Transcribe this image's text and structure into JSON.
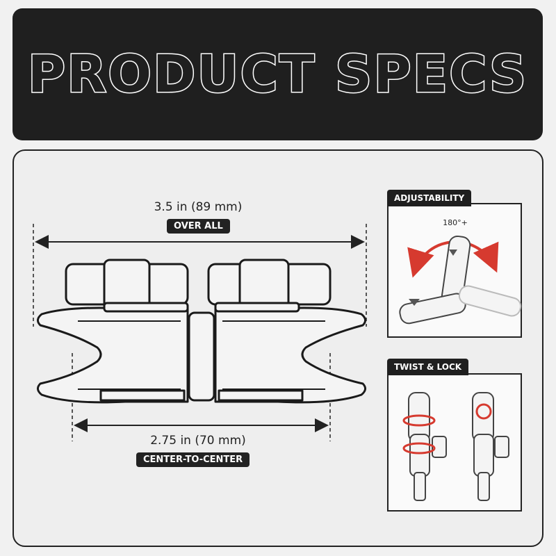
{
  "banner": {
    "title": "PRODUCT SPECS"
  },
  "dimensions": {
    "overall": {
      "value": "3.5 in (89 mm)",
      "label": "OVER ALL"
    },
    "center": {
      "value": "2.75 in (70 mm)",
      "label": "CENTER-TO-CENTER"
    }
  },
  "adjustability": {
    "label": "ADJUSTABILITY",
    "angle": "180°+"
  },
  "twist": {
    "label": "TWIST & LOCK"
  },
  "colors": {
    "accent": "#d63a2f",
    "dark": "#1f1f1f"
  }
}
